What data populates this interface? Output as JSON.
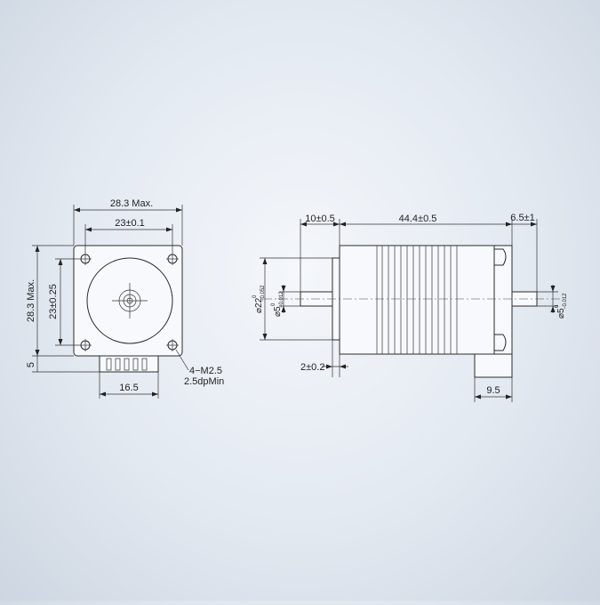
{
  "front_view": {
    "overall_width": "28.3 Max.",
    "overall_height": "28.3 Max.",
    "hole_spacing_x": "23±0.1",
    "hole_spacing_y": "23±0.25",
    "connector_offset": "5",
    "connector_width": "16.5",
    "hole_note_line1": "4−M2.5",
    "hole_note_line2": "2.5dpMin"
  },
  "side_view": {
    "front_shaft_length": "10±0.5",
    "body_length": "44.4±0.5",
    "rear_shaft_length": "6.5±1",
    "flange_thickness": "2±0.2",
    "connector_length": "9.5",
    "boss_diameter_main": "⌀22",
    "boss_diameter_tol_upper": "0",
    "boss_diameter_tol_lower": "−0.052",
    "front_shaft_dia_main": "⌀5",
    "front_shaft_dia_tol_upper": "0",
    "front_shaft_dia_tol_lower": "−0.012",
    "rear_shaft_dia_main": "⌀5",
    "rear_shaft_dia_tol_upper": "0",
    "rear_shaft_dia_tol_lower": "−0.012"
  }
}
